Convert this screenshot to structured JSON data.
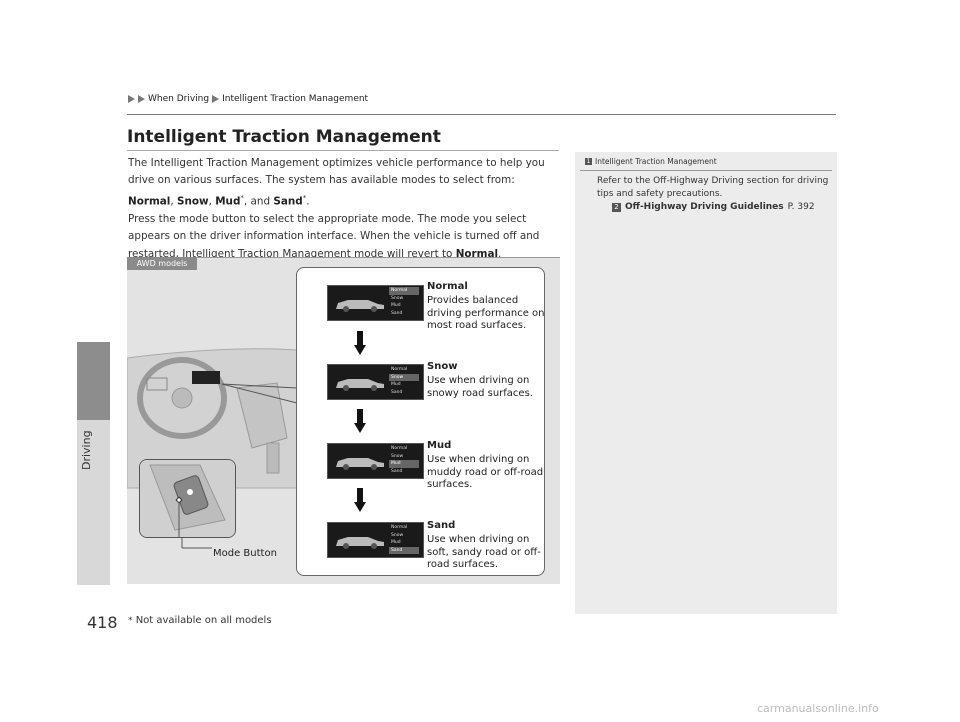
{
  "breadcrumb": {
    "parent": "When Driving",
    "current": "Intelligent Traction Management"
  },
  "side_tab": {
    "label": "Driving"
  },
  "title": "Intelligent Traction Management",
  "body": {
    "p1_a": "The Intelligent Traction Management optimizes vehicle performance to help you drive on various surfaces. The system has available modes to select from: ",
    "mode_normal": "Normal",
    "comma1": ", ",
    "mode_snow": "Snow",
    "comma2": ", ",
    "mode_mud": "Mud",
    "star": "*",
    "and": ", and ",
    "mode_sand": "Sand",
    "period": ".",
    "p2_a": "Press the mode button to select the appropriate mode. The mode you select appears on the driver information interface. When the vehicle is turned off and restarted, Intelligent Traction Management mode will revert to ",
    "p2_bold": "Normal",
    "p2_end": "."
  },
  "note": {
    "badge": "1",
    "title": "Intelligent Traction Management",
    "text": "Refer to the Off-Highway Driving section for driving tips and safety precautions.",
    "link_badge": "2",
    "link_text": "Off-Highway Driving Guidelines",
    "link_page": "P. 392"
  },
  "figure": {
    "tag": "AWD models",
    "mode_button_label": "Mode Button",
    "menu_items": [
      "Normal",
      "Snow",
      "Mud",
      "Sand"
    ],
    "modes": [
      {
        "name": "Normal",
        "desc": "Provides balanced driving performance on most road surfaces."
      },
      {
        "name": "Snow",
        "desc": "Use when driving on snowy road surfaces."
      },
      {
        "name": "Mud",
        "desc": "Use when driving on muddy road or off-road surfaces."
      },
      {
        "name": "Sand",
        "desc": "Use when driving on soft, sandy road or off-road surfaces."
      }
    ]
  },
  "footer": {
    "page_number": "418",
    "footnote_star": "*",
    "footnote_text": "Not available on all models"
  },
  "watermark": "carmanualsonline.info",
  "colors": {
    "side_tab_dark": "#8d8d8d",
    "side_tab_light": "#d8d8d8",
    "note_bg": "#ececec",
    "figure_bg": "#e3e3e3"
  }
}
